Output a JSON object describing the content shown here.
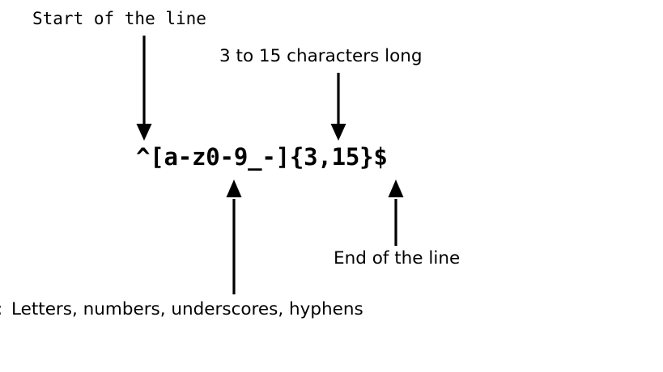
{
  "diagram": {
    "title_text": "^[a-z0-9_-]{3,15}$",
    "background_color": "#ffffff",
    "ink_color": "#000000",
    "expression": {
      "text": "^[a-z0-9_-]{3,15}$",
      "font": "monospace-bold"
    },
    "annotations": [
      {
        "id": "start-of-line",
        "label": "Start of the line",
        "font_style": "monospace",
        "arrow_direction": "down",
        "target": "^"
      },
      {
        "id": "length-quantifier",
        "label": "3 to 15 characters long",
        "font_style": "sans",
        "arrow_direction": "down",
        "target": "{3,15}"
      },
      {
        "id": "end-of-line",
        "label": "End of the line",
        "font_style": "sans",
        "arrow_direction": "up",
        "target": "$"
      },
      {
        "id": "character-class",
        "label": "Letters, numbers, underscores, hyphens",
        "font_style": "sans",
        "arrow_direction": "up",
        "target": "[a-z0-9_-]"
      }
    ],
    "clipped_edge_glyph": ":"
  }
}
